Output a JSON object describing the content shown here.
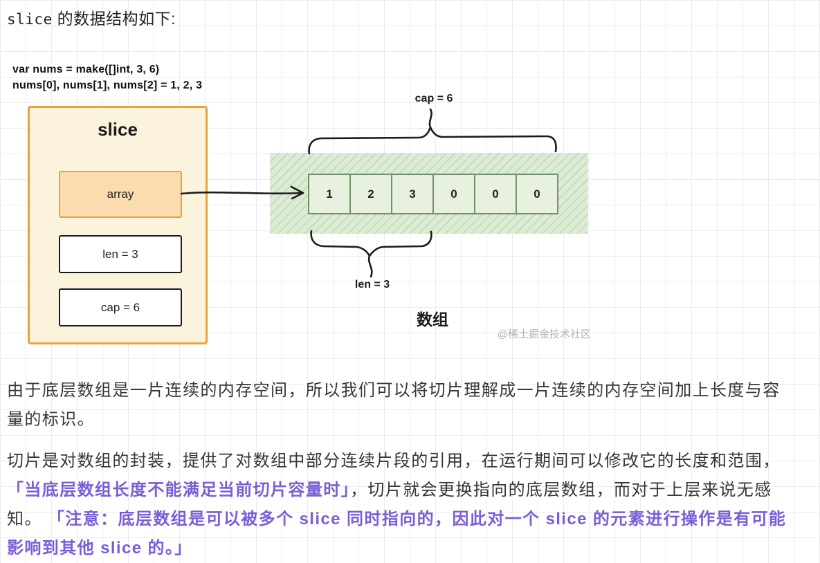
{
  "colors": {
    "highlight": "#7b5dd6",
    "text": "#33363b",
    "ink": "#1b1b1b",
    "orange": "#e9a23b",
    "sliceFill": "#fcf3dc",
    "arrayFill": "#fbdcae",
    "bandFill": "#dcebd4",
    "cellFill": "#e8f1df",
    "cellBorder": "#6d9463",
    "grid": "#ececec",
    "watermark": "#b3b3b3"
  },
  "intro": {
    "code": "slice",
    "text": " 的数据结构如下:"
  },
  "diagram": {
    "code_line1": "var nums = make([]int, 3, 6)",
    "code_line2": "nums[0], nums[1], nums[2] = 1, 2, 3",
    "cap_top_label": "cap = 6",
    "slice_title": "slice",
    "array_label": "array",
    "len_field": "len = 3",
    "cap_field": "cap = 6",
    "cells": [
      "1",
      "2",
      "3",
      "0",
      "0",
      "0"
    ],
    "len_bottom_label": "len = 3",
    "array_title": "数组",
    "watermark": "@稀土掘金技术社区"
  },
  "paragraphs": {
    "p1": "由于底层数组是一片连续的内存空间，所以我们可以将切片理解成一片连续的内存空间加上长度与容量的标识。",
    "p2_text1": "切片是对数组的封装，提供了对数组中部分连续片段的引用，在运行期间可以修改它的长度和范围，",
    "p2_highlight1": "「当底层数组长度不能满足当前切片容量时」",
    "p2_text2": "，切片就会更换指向的底层数组，而对于上层来说无感知。 ",
    "p2_highlight2": "「注意：底层数组是可以被多个 slice 同时指向的，因此对一个 slice 的元素进行操作是有可能影响到其他 slice 的。」"
  }
}
